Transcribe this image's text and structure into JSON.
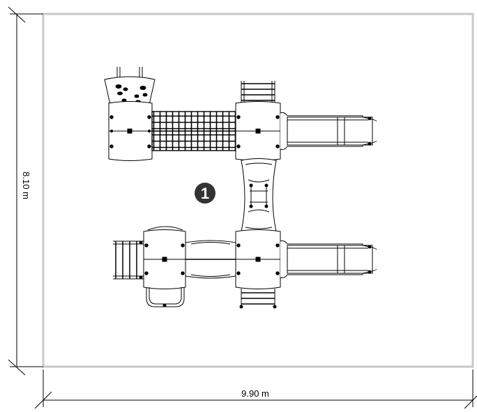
{
  "dimensions": {
    "width_label": "9.90 m",
    "height_label": "8.10 m"
  },
  "marker": {
    "label": "1"
  },
  "colors": {
    "frame": "#c8c8c8",
    "line": "#000000",
    "marker_fill": "#333333",
    "marker_text": "#ffffff"
  }
}
